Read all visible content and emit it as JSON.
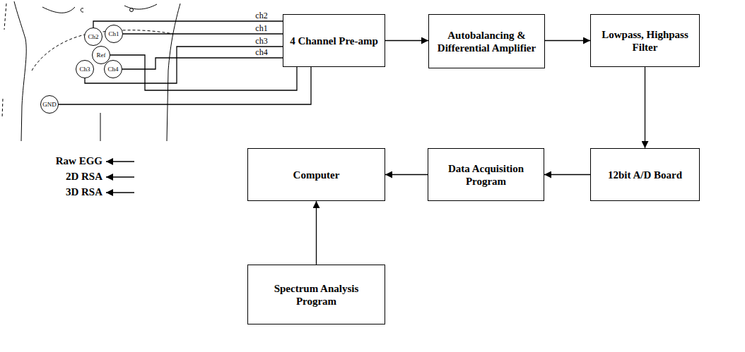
{
  "diagram": {
    "nodes": [
      {
        "text": [
          "Ch2"
        ]
      },
      {
        "text": [
          "Ch1"
        ]
      },
      {
        "text": [
          "Ref"
        ]
      },
      {
        "text": [
          "Ch3"
        ]
      },
      {
        "text": [
          "Ch4"
        ]
      },
      {
        "text": [
          "GND"
        ]
      },
      {
        "text": [
          "4 Channel Pre-amp"
        ]
      },
      {
        "text": [
          "Autobalancing & Differential Amplifier"
        ]
      },
      {
        "text": [
          "Lowpass, Highpass Filter"
        ]
      },
      {
        "text": [
          "Computer"
        ]
      },
      {
        "text": [
          "Data Acquisition Program"
        ]
      },
      {
        "text": [
          "12bit A/D Board"
        ]
      },
      {
        "text": [
          "Spectrum Analysis Program"
        ]
      }
    ],
    "edges": [
      {
        "from": 6,
        "to": 7,
        "arrow": "to"
      },
      {
        "from": 7,
        "to": 8,
        "arrow": "to"
      },
      {
        "from": 8,
        "to": 11,
        "arrow": "to"
      },
      {
        "from": 11,
        "to": 10,
        "arrow": "to"
      },
      {
        "from": 10,
        "to": 9,
        "arrow": "to"
      },
      {
        "from": 12,
        "to": 9,
        "arrow": "to"
      },
      {
        "from": 1,
        "to": 6,
        "label": "ch1",
        "arrow": "none"
      },
      {
        "from": 0,
        "to": 6,
        "label": "ch2",
        "arrow": "none"
      },
      {
        "from": 3,
        "to": 6,
        "label": "ch3",
        "arrow": "none"
      },
      {
        "from": 4,
        "to": 6,
        "label": "ch4",
        "arrow": "none"
      },
      {
        "from": 2,
        "to": 6,
        "arrow": "none"
      },
      {
        "from": 5,
        "to": 6,
        "arrow": "none"
      }
    ],
    "labels": [
      "Raw EGG",
      "2D RSA",
      "3D RSA"
    ]
  }
}
